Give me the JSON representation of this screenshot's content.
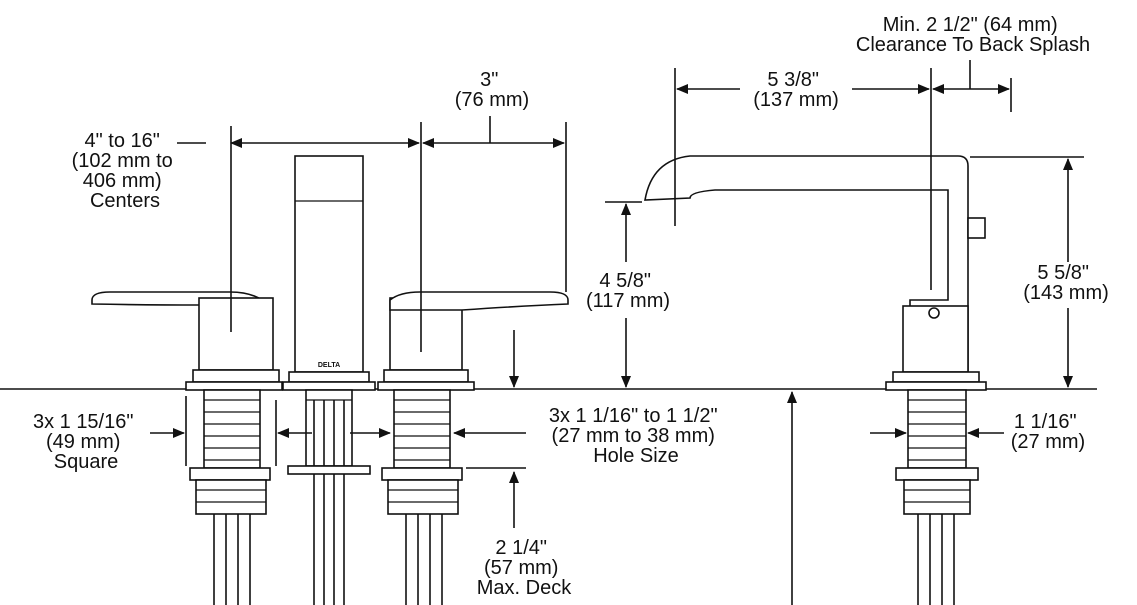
{
  "brand": "DELTA",
  "dimensions": {
    "centers": [
      "4\" to 16\"",
      "(102 mm to",
      "406 mm)",
      "Centers"
    ],
    "handle_width": [
      "3\"",
      "(76 mm)"
    ],
    "spout_reach": [
      "5 3/8\"",
      "(137 mm)"
    ],
    "clearance": [
      "Min. 2 1/2\" (64 mm)",
      "Clearance To Back Splash"
    ],
    "spout_height": [
      "4 5/8\"",
      "(117 mm)"
    ],
    "total_height": [
      "5 5/8\"",
      "(143 mm)"
    ],
    "square": [
      "3x 1 15/16\"",
      "(49 mm)",
      "Square"
    ],
    "hole_size": [
      "3x 1 1/16\" to 1 1/2\"",
      "(27 mm to 38 mm)",
      "Hole Size"
    ],
    "shank": [
      "1 1/16\"",
      "(27 mm)"
    ],
    "max_deck": [
      "2 1/4\"",
      "(57 mm)",
      "Max. Deck"
    ]
  }
}
